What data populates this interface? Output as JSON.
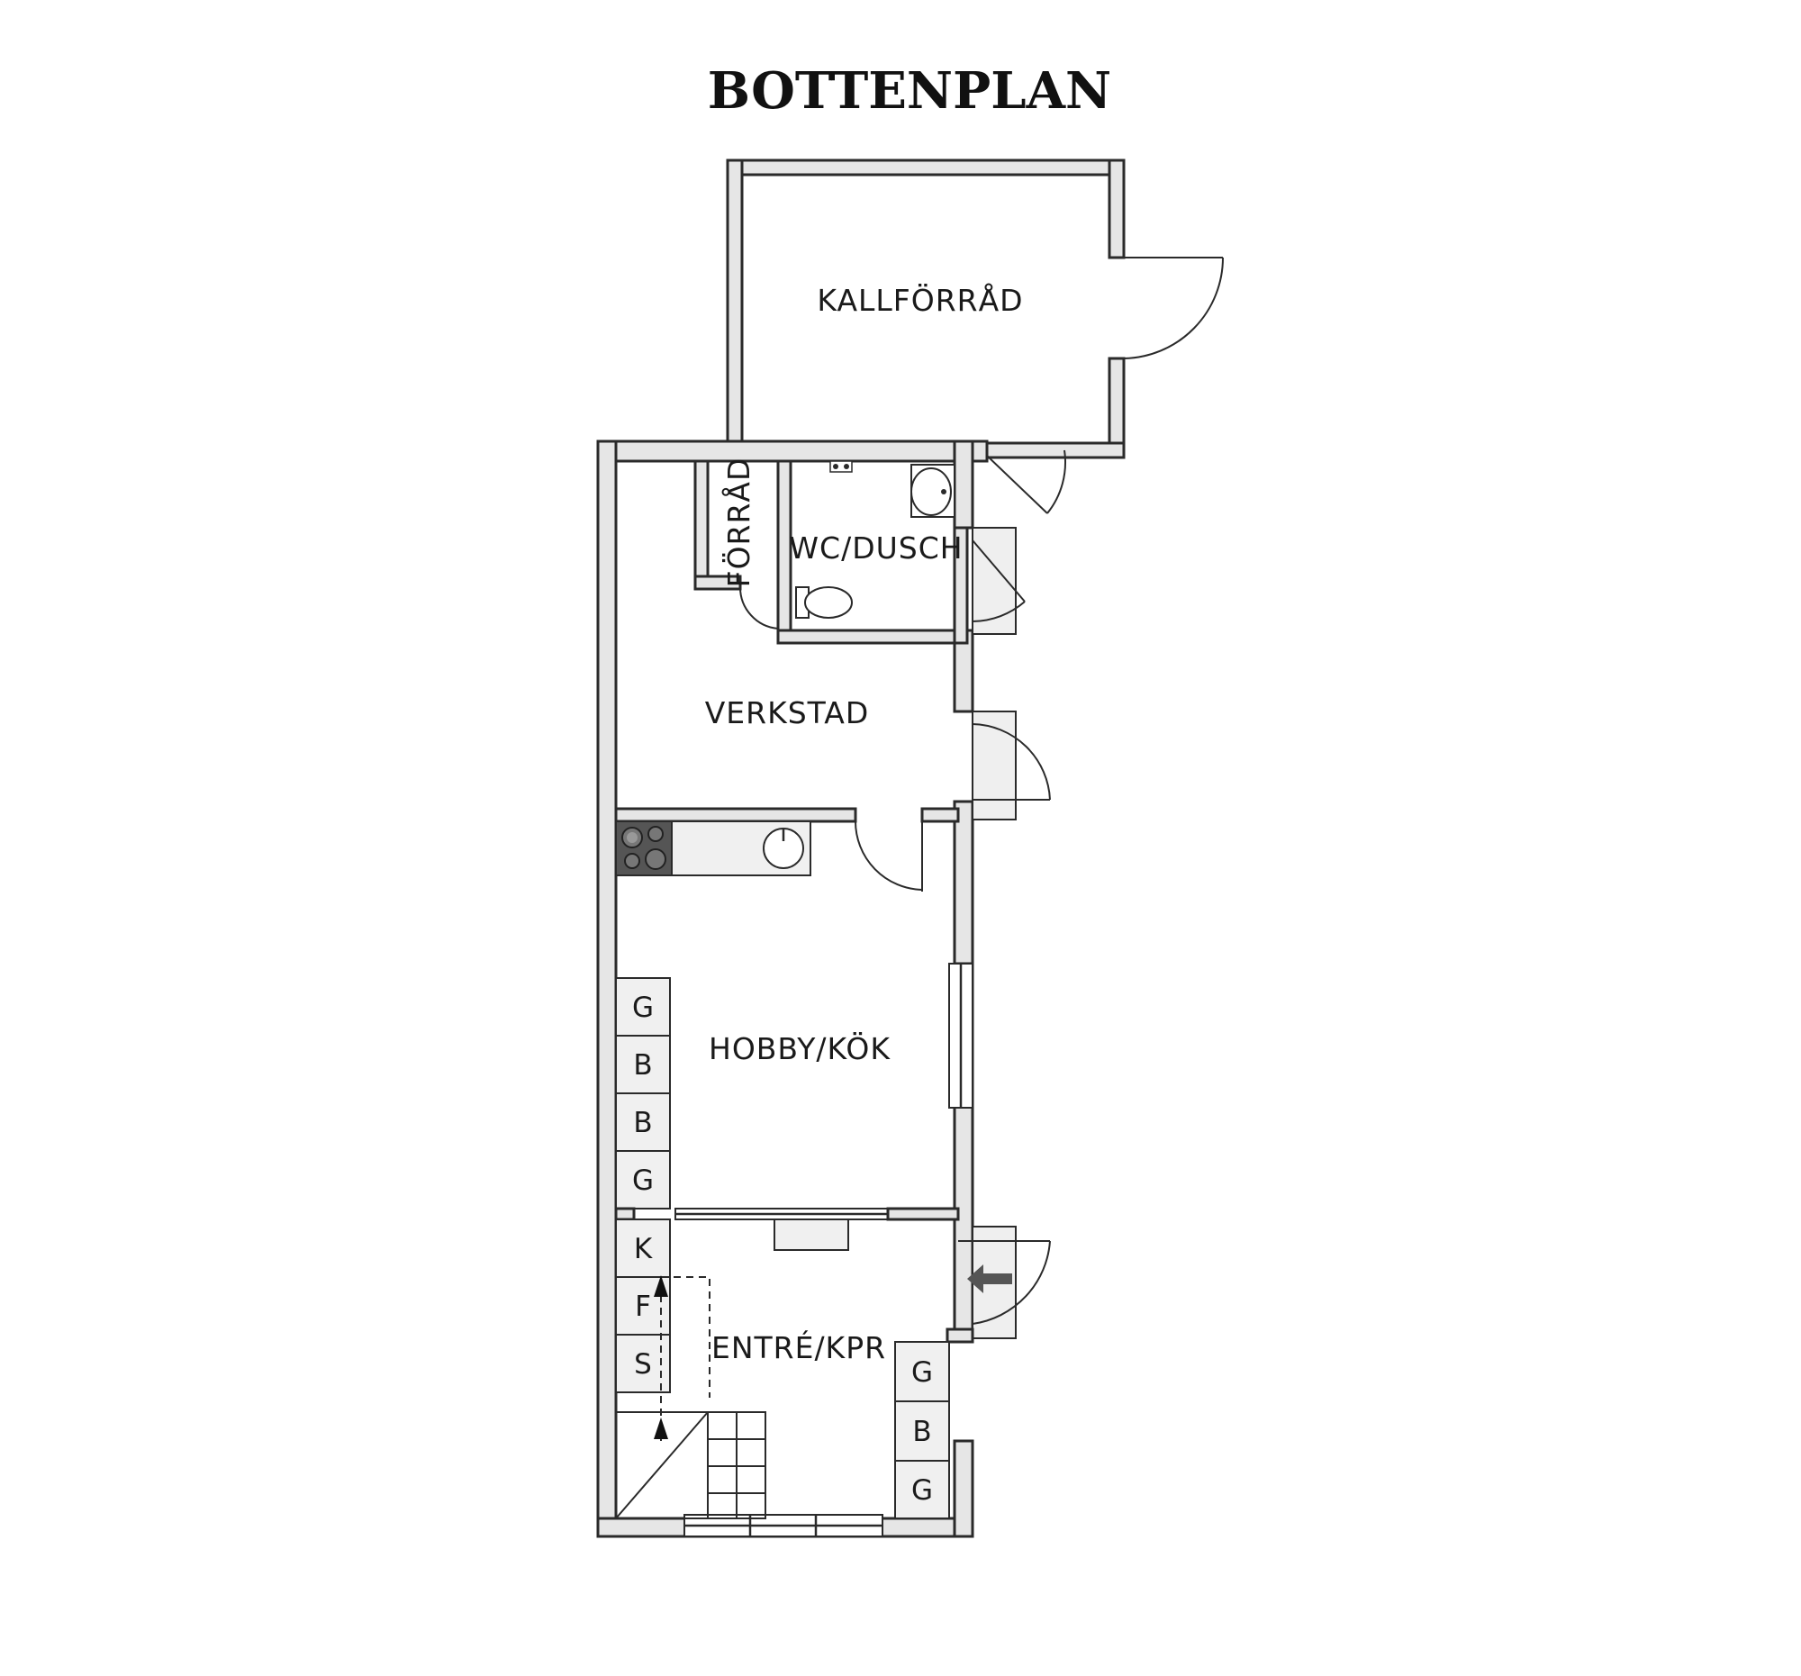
{
  "title": "BOTTENPLAN",
  "rooms": {
    "kallforrad": "KALLFÖRRÅD",
    "forrad": "FÖRRÅD",
    "wc_dusch": "WC/DUSCH",
    "verkstad": "VERKSTAD",
    "hobby_kok": "HOBBY/KÖK",
    "entre_kpr": "ENTRÉ/KPR"
  },
  "cabinets": {
    "hobby_left": [
      "G",
      "B",
      "B",
      "G"
    ],
    "entre_left": [
      "K",
      "F",
      "S"
    ],
    "entre_right": [
      "G",
      "B",
      "G"
    ]
  },
  "colors": {
    "wall_fill": "#e6e6e6",
    "line": "#2a2a2a",
    "stove": "#555555"
  },
  "icons": {
    "entrance": "arrow-left-icon",
    "stairs_up": "arrow-up-icon"
  }
}
